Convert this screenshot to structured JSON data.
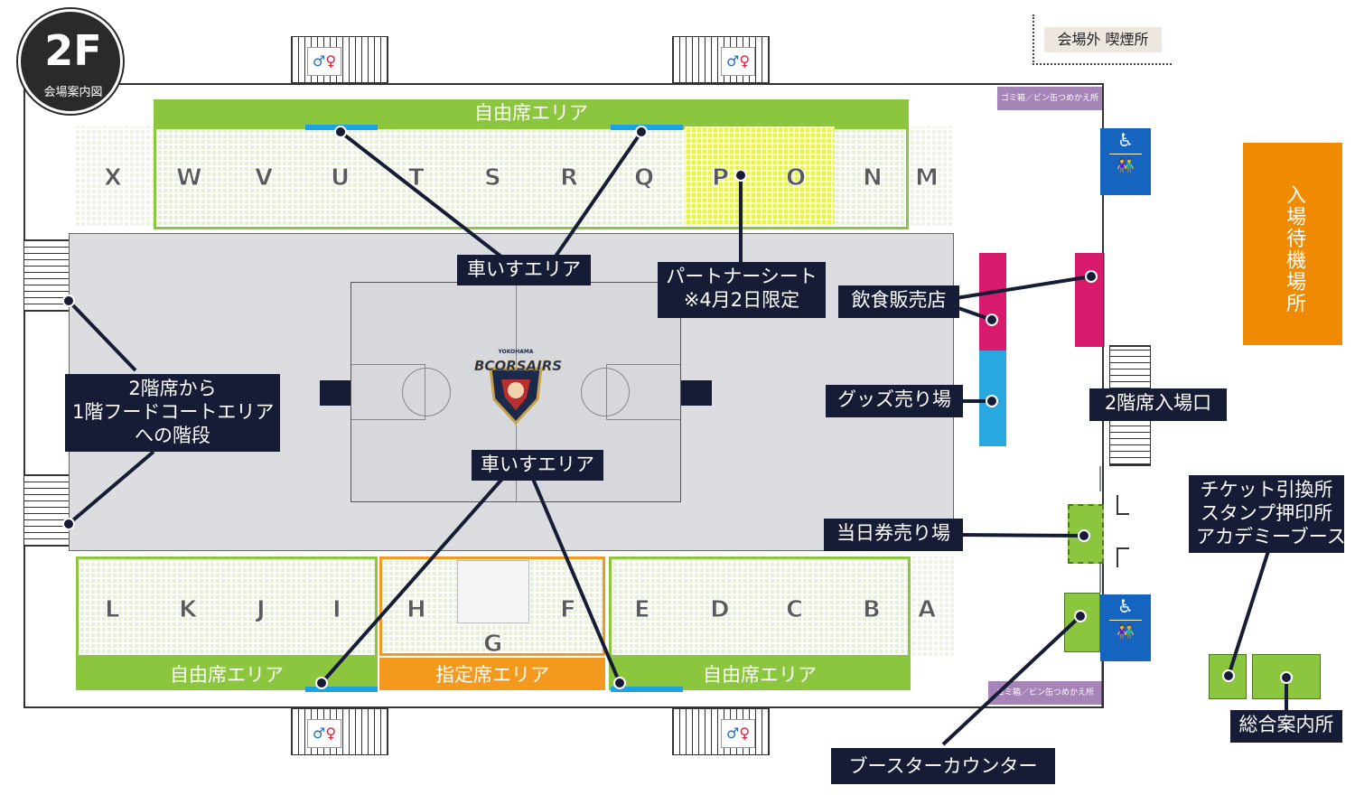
{
  "floor": {
    "badge": "2F",
    "subtitle": "会場案内図"
  },
  "smoking_area": "会場外 喫煙所",
  "trash_label": "ゴミ箱／ビン缶つめかえ所",
  "free_area_label": "自由席エリア",
  "reserved_area_label": "指定席エリア",
  "wheelchair_label": "車いすエリア",
  "partner_seat": {
    "line1": "パートナーシート",
    "line2": "※4月2日限定"
  },
  "food_stand": "飲食販売店",
  "goods_stand": "グッズ売り場",
  "same_day_ticket": "当日券売り場",
  "stairs_note": {
    "line1": "2階席から",
    "line2": "1階フードコートエリア",
    "line3": "への階段"
  },
  "entrance_2f": "2階席入場口",
  "waiting_area": "入場待機場所",
  "ticket_exchange": {
    "line1": "チケット引換所",
    "line2": "スタンプ押印所",
    "line3": "アカデミーブース"
  },
  "info_center": "総合案内所",
  "booster_counter": "ブースターカウンター",
  "team_logo": "BCORSAIRS",
  "team_city": "YOKOHAMA",
  "top_sections": [
    "X",
    "W",
    "V",
    "U",
    "T",
    "S",
    "R",
    "Q",
    "P",
    "O",
    "N",
    "M"
  ],
  "bottom_sections": [
    "L",
    "K",
    "J",
    "I",
    "H",
    "G",
    "F",
    "E",
    "D",
    "C",
    "B",
    "A"
  ],
  "colors": {
    "navy": "#161c35",
    "free_green": "#8cc63f",
    "reserved_orange": "#f39a1e",
    "partner_yellow": "#e8f542",
    "food_pink": "#d81b6c",
    "goods_blue": "#29a8df",
    "accessible_blue": "#1565c0",
    "waiting_orange": "#f08a00",
    "trash_purple": "#a684b8"
  }
}
